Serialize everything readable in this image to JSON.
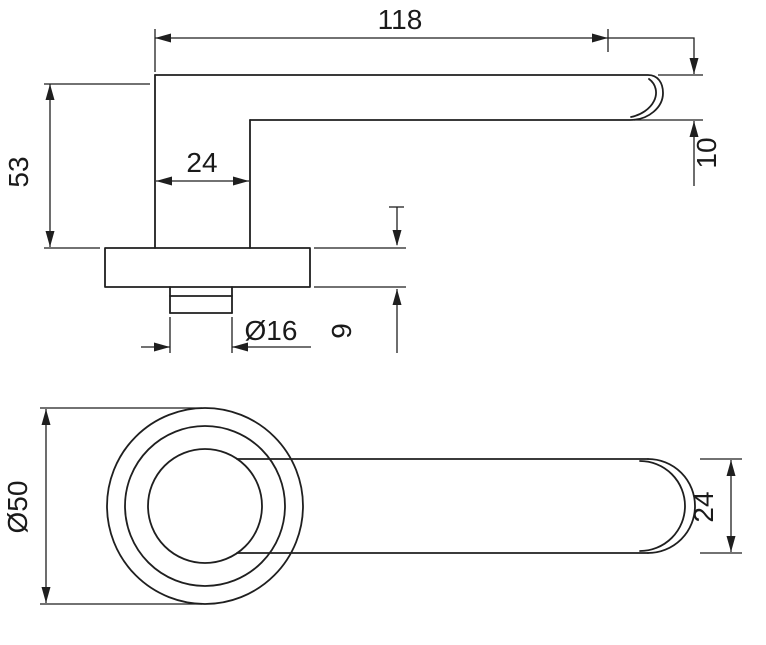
{
  "drawing": {
    "background": "#ffffff",
    "line_color": "#1f1f1f",
    "side_view": {
      "dim_lever_length": "118",
      "dim_stem_width": "24",
      "dim_overall_height": "53",
      "dim_lever_thickness": "10",
      "dim_neck_diameter": "Ø16",
      "dim_rose_thickness": "9"
    },
    "front_view": {
      "dim_rose_diameter": "Ø50",
      "dim_lever_width": "24"
    }
  }
}
